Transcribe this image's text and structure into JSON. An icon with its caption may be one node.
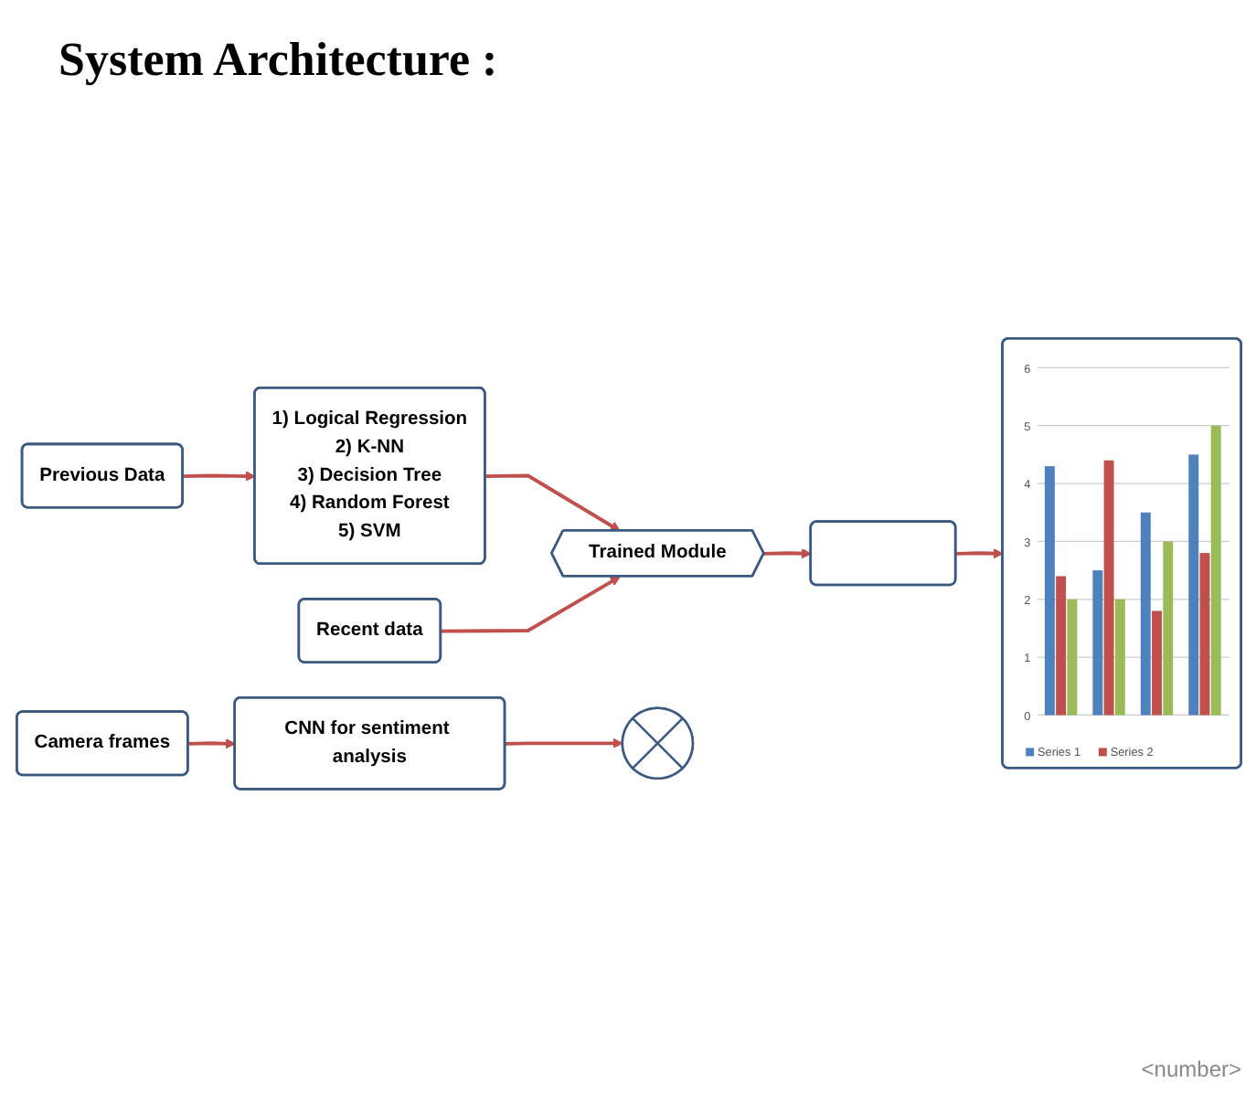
{
  "diagram": {
    "title": "System Architecture :",
    "nodes": [
      {
        "text": [
          "Previous Data"
        ]
      },
      {
        "text": [
          "1) Logical Regression",
          "2) K-NN",
          "3) Decision Tree",
          "4) Random Forest",
          "5) SVM"
        ]
      },
      {
        "text": [
          "Recent data"
        ]
      },
      {
        "text": [
          "Trained Module"
        ]
      },
      {
        "text": [
          "Camera frames"
        ]
      },
      {
        "text": [
          "CNN for sentiment analysis"
        ]
      },
      {
        "text": [],
        "shape": "plus"
      },
      {
        "text": [],
        "shape": "box"
      },
      {
        "text": [],
        "shape": "box"
      }
    ],
    "edges": [
      {
        "from": 0,
        "to": 1,
        "arrow": "to"
      },
      {
        "from": 1,
        "to": 3,
        "arrow": "to"
      },
      {
        "from": 2,
        "to": 3,
        "arrow": "to"
      },
      {
        "from": 4,
        "to": 5,
        "arrow": "to"
      },
      {
        "from": 5,
        "to": 6,
        "arrow": "to"
      },
      {
        "from": 3,
        "to": 7,
        "arrow": "to"
      },
      {
        "from": 7,
        "to": 8,
        "arrow": "to"
      }
    ],
    "labels": [
      "<number>"
    ],
    "chart_data": {
      "type": "bar",
      "categories": [
        null,
        null,
        null,
        null
      ],
      "series": [
        {
          "name": "Series 1",
          "color": "#4f81bd",
          "values": [
            4.3,
            2.5,
            3.5,
            4.5
          ]
        },
        {
          "name": "Series 2",
          "color": "#c0504d",
          "values": [
            2.4,
            4.4,
            1.8,
            2.8
          ]
        },
        {
          "color": "#9bbb59",
          "values": [
            2,
            2,
            3,
            5
          ]
        }
      ],
      "ylim": [
        0,
        6
      ],
      "yticks": [
        0,
        1,
        2,
        3,
        4,
        5,
        6
      ],
      "grid": true,
      "legend": true
    }
  }
}
